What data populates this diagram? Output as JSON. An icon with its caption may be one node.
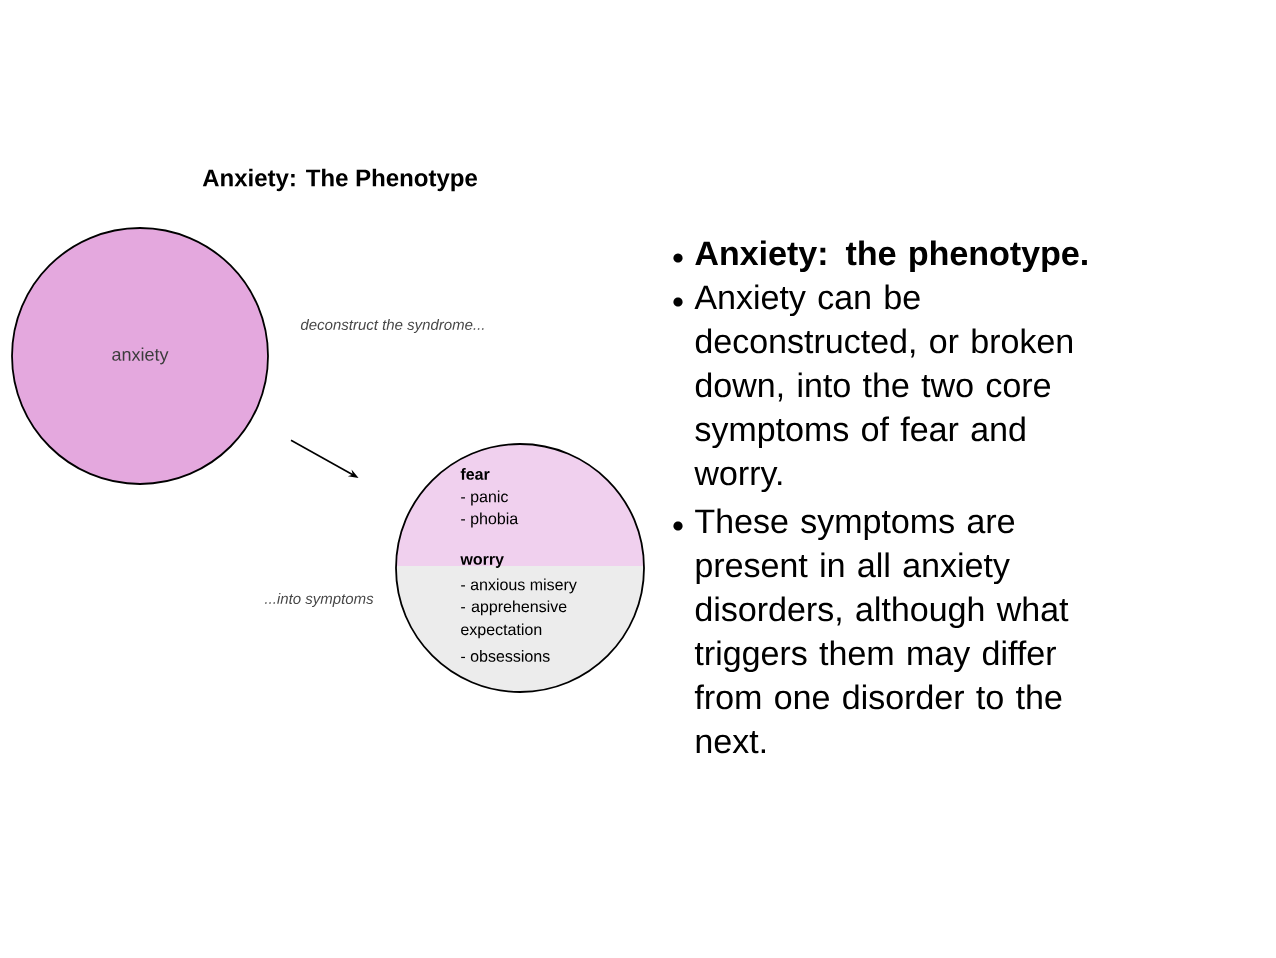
{
  "diagram": {
    "title": "Anxiety: The Phenotype",
    "nodes": [
      {
        "text": [
          "anxiety"
        ]
      },
      {
        "text": [
          "fear",
          "- panic",
          "- phobia",
          "worry",
          "- anxious misery",
          "- apprehensive expectation",
          "- obsessions"
        ]
      }
    ],
    "edges": [
      {
        "from": 0,
        "to": 1,
        "arrow": "to"
      }
    ],
    "labels": [
      "deconstruct the syndrome...",
      "...into symptoms",
      "Anxiety: the phenotype.",
      "Anxiety can be deconstructed, or broken down, into the two core symptoms of fear and worry.",
      "These symptoms are present in all anxiety disorders, although what triggers them may differ from one disorder to the next."
    ]
  }
}
